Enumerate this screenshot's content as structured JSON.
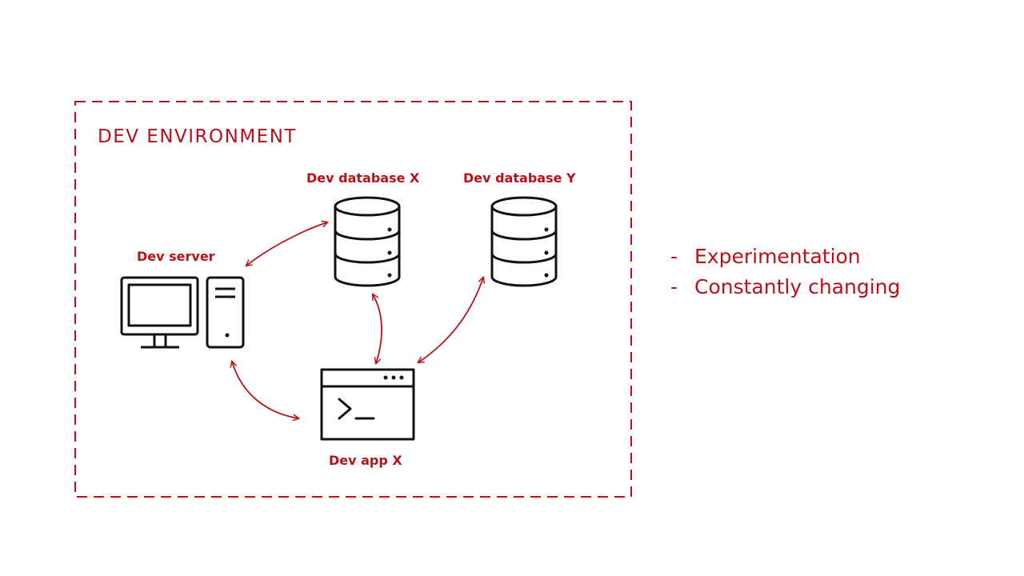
{
  "environment": {
    "title": "DEV ENVIRONMENT"
  },
  "nodes": {
    "database_x": {
      "label": "Dev database X",
      "icon": "database-icon"
    },
    "database_y": {
      "label": "Dev database Y",
      "icon": "database-icon"
    },
    "server": {
      "label": "Dev server",
      "icon": "desktop-computer-icon"
    },
    "app": {
      "label": "Dev app X",
      "icon": "terminal-window-icon"
    }
  },
  "connections": [
    {
      "from": "Dev server",
      "to": "Dev database X",
      "direction": "bidirectional"
    },
    {
      "from": "Dev server",
      "to": "Dev app X",
      "direction": "bidirectional"
    },
    {
      "from": "Dev app X",
      "to": "Dev database X",
      "direction": "bidirectional"
    },
    {
      "from": "Dev app X",
      "to": "Dev database Y",
      "direction": "bidirectional"
    }
  ],
  "notes": [
    {
      "bullet": "-",
      "text": "Experimentation"
    },
    {
      "bullet": "-",
      "text": "Constantly changing"
    }
  ],
  "colors": {
    "accent": "#b5121b",
    "icon_stroke": "#111111",
    "background": "#ffffff"
  }
}
